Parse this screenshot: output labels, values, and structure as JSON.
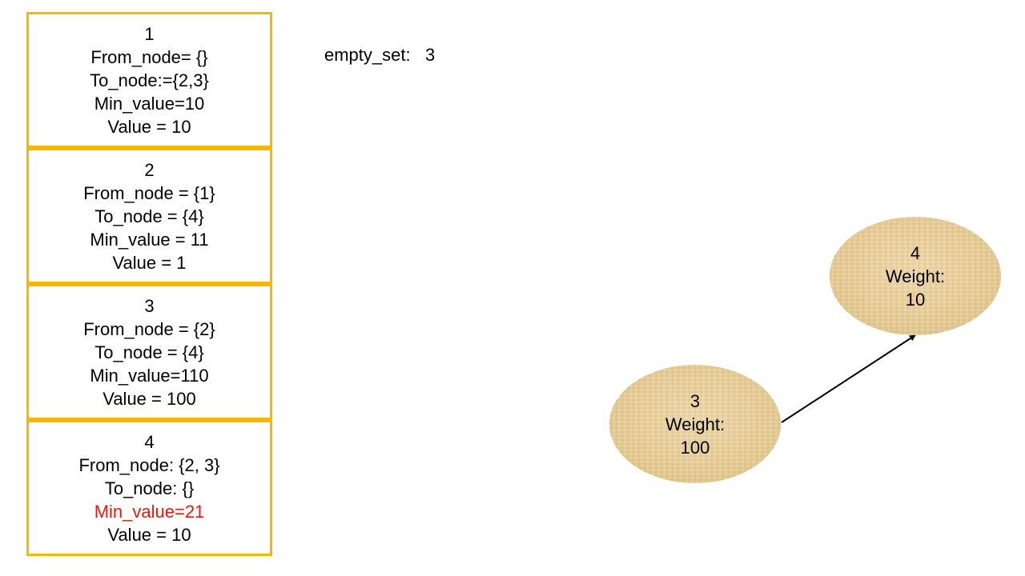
{
  "node_cards": [
    {
      "lines": [
        "1",
        "From_node=  {}",
        "To_node:={2,3}",
        "Min_value=10",
        "Value  =  10"
      ],
      "highlight_line": null
    },
    {
      "lines": [
        "2",
        "From_node  =  {1}",
        "To_node  =  {4}",
        "Min_value  =  11",
        "Value  =  1"
      ],
      "highlight_line": null
    },
    {
      "lines": [
        "3",
        "From_node  =  {2}",
        "To_node  =  {4}",
        "Min_value=110",
        "Value  =  100"
      ],
      "highlight_line": null
    },
    {
      "lines": [
        "4",
        "From_node:  {2,  3}",
        "To_node:  {}",
        "Min_value=21",
        "Value  =  10"
      ],
      "highlight_line": 3
    }
  ],
  "empty_set": {
    "label": "empty_set:",
    "value": "3"
  },
  "graph": {
    "nodes": [
      {
        "id": "3",
        "lines": [
          "3",
          "Weight:",
          "100"
        ]
      },
      {
        "id": "4",
        "lines": [
          "4",
          "Weight:",
          "10"
        ]
      }
    ],
    "edges": [
      {
        "from": "3",
        "to": "4"
      }
    ]
  },
  "colors": {
    "card_border": "#F5B800",
    "highlight_text": "#E8180C",
    "node_fill": "#E6CC97",
    "node_fill_light": "#F1DDB3",
    "arrow": "#000000"
  },
  "icons": {
    "node_texture": "parchment-texture",
    "edge_head": "arrowhead"
  }
}
